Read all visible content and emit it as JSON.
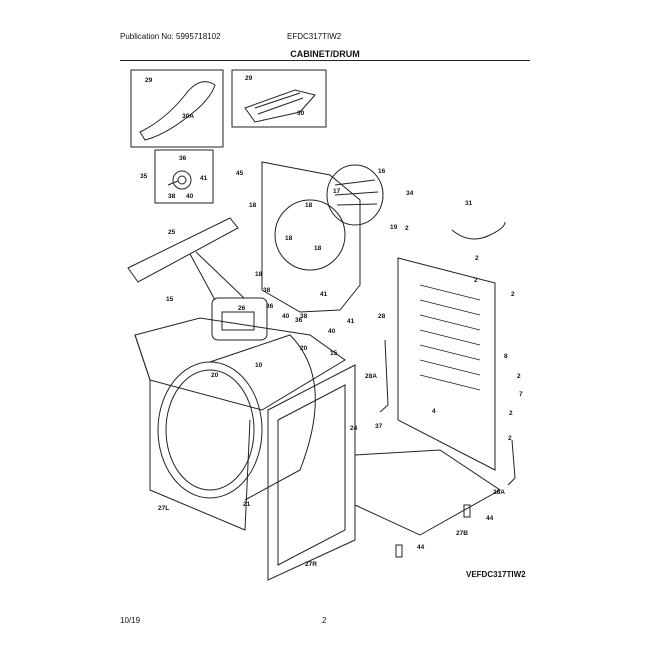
{
  "header": {
    "publication": "Publication No: 5995718102",
    "model": "EFDC317TIW2",
    "section_title": "CABINET/DRUM"
  },
  "diagram": {
    "model_tag": "VEFDC317TIW2",
    "callouts": [
      "29",
      "30A",
      "29",
      "30",
      "36",
      "35",
      "41",
      "38",
      "40",
      "45",
      "16",
      "17",
      "18",
      "18",
      "18",
      "18",
      "18",
      "34",
      "19",
      "31",
      "2",
      "2",
      "25",
      "15",
      "26",
      "38",
      "36",
      "40",
      "36",
      "41",
      "38",
      "40",
      "41",
      "28",
      "2",
      "2",
      "8",
      "2",
      "2",
      "7",
      "2",
      "20",
      "15",
      "10",
      "28A",
      "20",
      "24",
      "37",
      "4",
      "27L",
      "21",
      "27R",
      "27B",
      "28A",
      "44",
      "44"
    ]
  },
  "footer": {
    "date": "10/19",
    "page": "2"
  }
}
